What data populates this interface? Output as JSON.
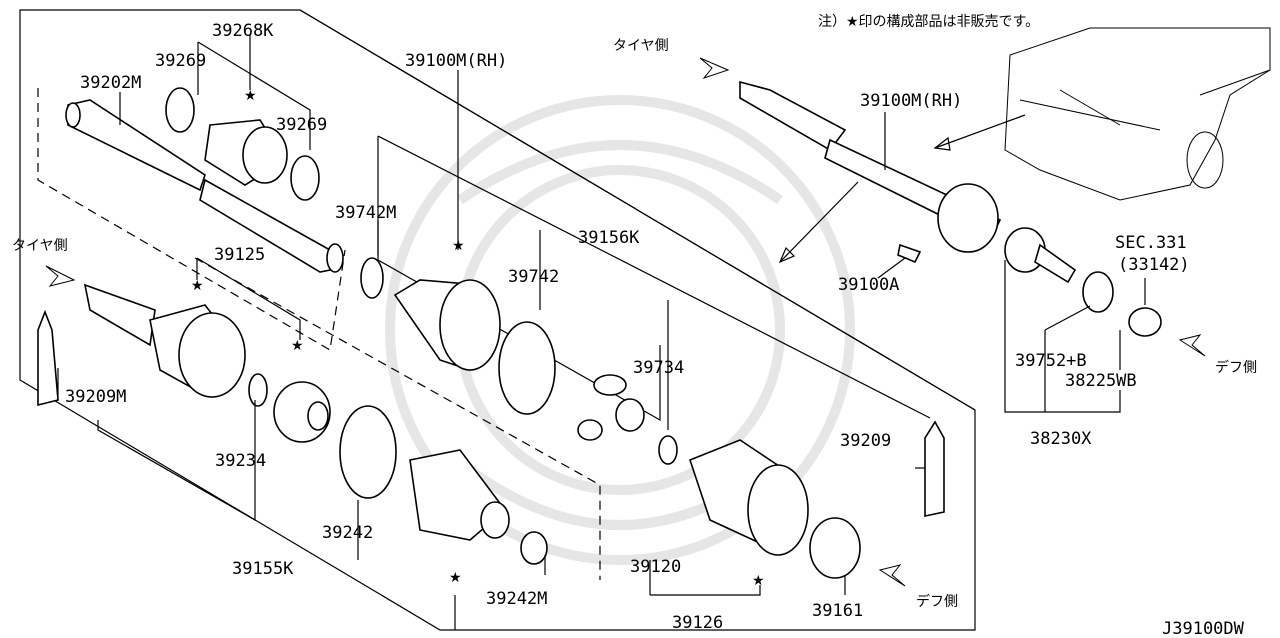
{
  "diagram": {
    "note": "注）★印の構成部品は非販売です。",
    "figure_code": "J39100DW",
    "star": "★",
    "direction_labels": {
      "tire_side_right": "タイヤ側",
      "tire_side_left": "タイヤ側",
      "diff_side_right": "デフ側",
      "diff_side_bottom": "デフ側"
    },
    "part_labels": {
      "p39268K": "39268K",
      "p39269a": "39269",
      "p39269b": "39269",
      "p39202M": "39202M",
      "p39100M_top": "39100M(RH)",
      "p39100M_right": "39100M(RH)",
      "p39742M": "39742M",
      "p39156K": "39156K",
      "p39742": "39742",
      "p39125": "39125",
      "p39209M": "39209M",
      "p39734": "39734",
      "p39234": "39234",
      "p39209": "39209",
      "p39242": "39242",
      "p39155K": "39155K",
      "p39120": "39120",
      "p39242M": "39242M",
      "p39126": "39126",
      "p39161": "39161",
      "p39100A": "39100A",
      "pSEC331": "SEC.331",
      "p33142": "(33142)",
      "p39752B": "39752+B",
      "p38225WB": "38225WB",
      "p38230X": "38230X"
    }
  }
}
